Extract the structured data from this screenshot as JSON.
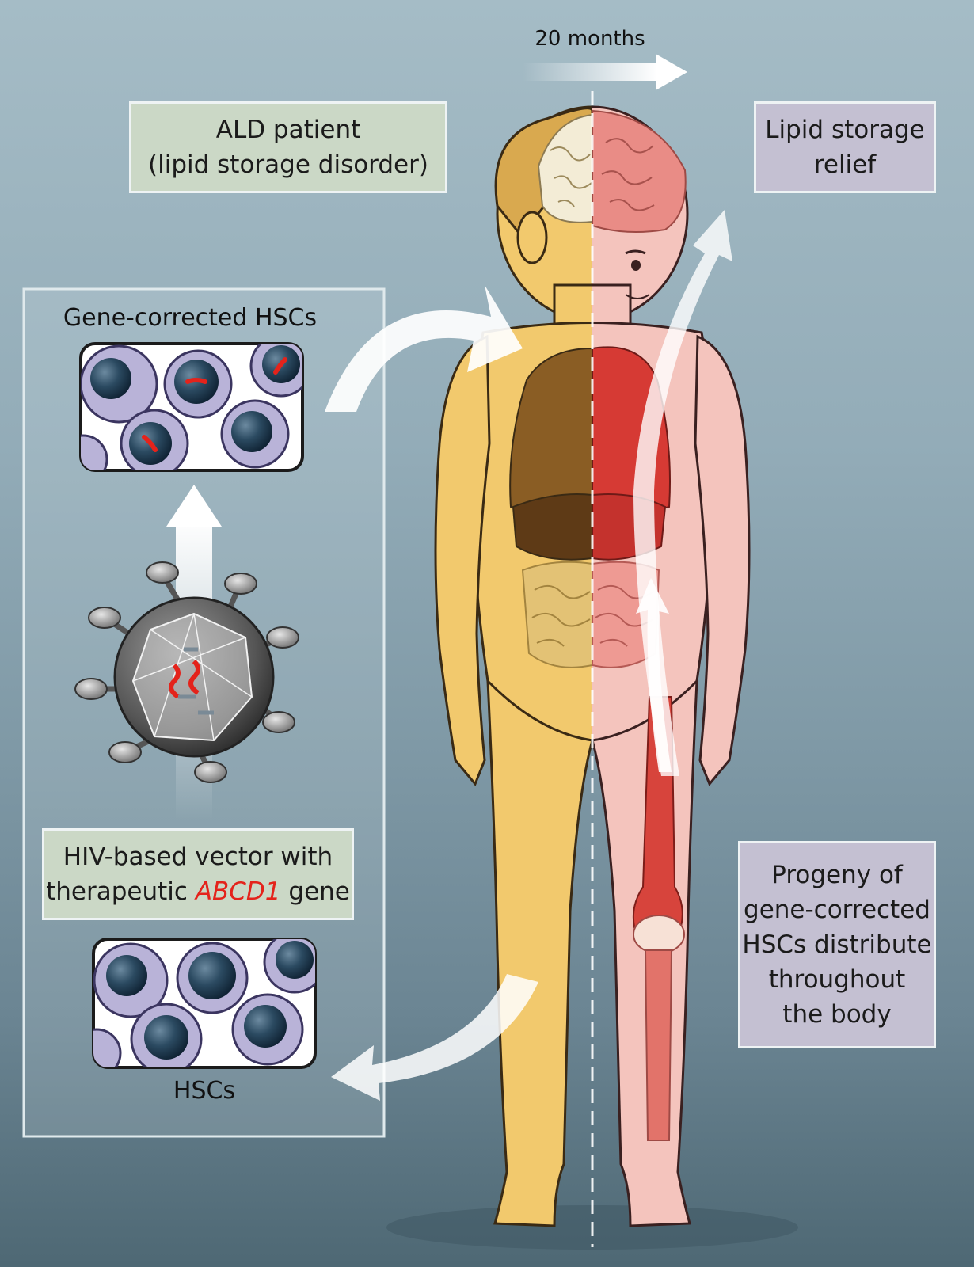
{
  "timeline": {
    "label": "20 months"
  },
  "boxes": {
    "patient": {
      "line1": "ALD patient",
      "line2": "(lipid storage disorder)"
    },
    "relief": {
      "line1": "Lipid storage",
      "line2": "relief"
    },
    "vector": {
      "line1": "HIV-based vector with",
      "line2_prefix": "therapeutic ",
      "gene": "ABCD1",
      "line2_suffix": " gene"
    },
    "progeny": {
      "lines": [
        "Progeny of",
        "gene-corrected",
        "HSCs distribute",
        "throughout",
        "the body"
      ]
    }
  },
  "cell_labels": {
    "corrected": "Gene-corrected HSCs",
    "stem": "HSCs"
  },
  "colors": {
    "gene_highlight": "#e4231b",
    "untreated_skin": "#f2c96d",
    "treated_skin": "#f4c4bd",
    "cell_membrane": "#b9b3d8",
    "cell_nucleus": "#1e3b52"
  }
}
